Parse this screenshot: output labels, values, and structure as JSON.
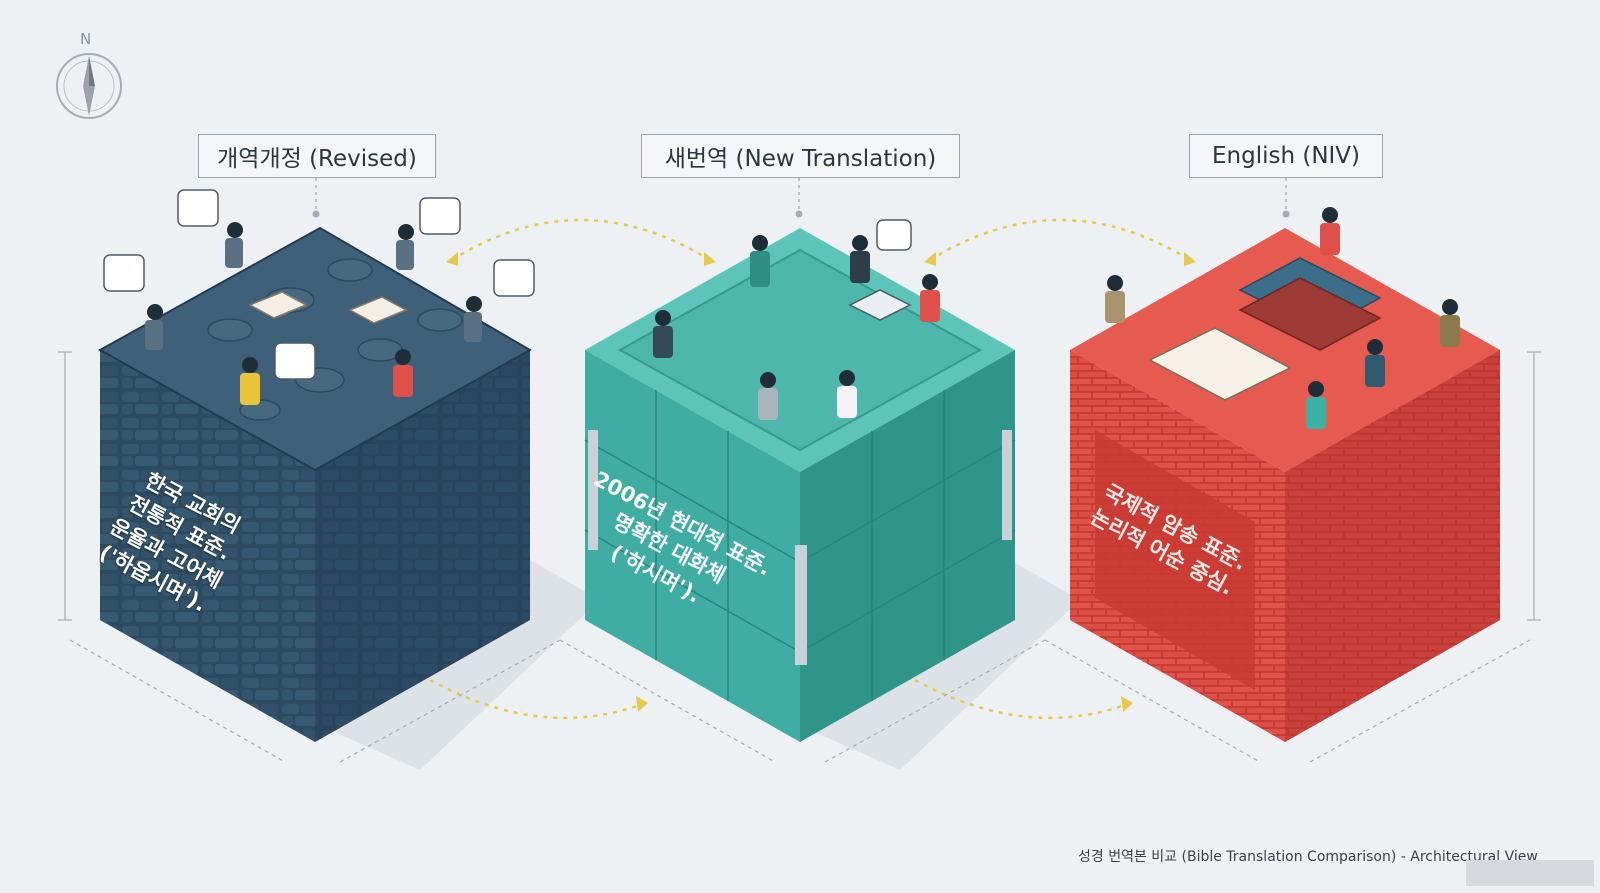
{
  "compass": {
    "letter": "N",
    "icon": "compass-icon"
  },
  "blocks": [
    {
      "label": "개역개정 (Revised)",
      "face_lines": [
        "한국 교회의",
        "전통적 표준.",
        "운율과 고어체",
        "('하옵시며')."
      ],
      "color": "#2f4f66",
      "texture": "stone"
    },
    {
      "label": "새번역 (New Translation)",
      "face_lines": [
        "2006년 현대적 표준.",
        "명확한 대화체",
        "('하시며')."
      ],
      "color": "#3fada3",
      "texture": "glass-panels"
    },
    {
      "label": "English (NIV)",
      "face_lines": [
        "국제적 암송 표준.",
        "논리적 어순 중심."
      ],
      "color": "#e2534b",
      "texture": "brick"
    }
  ],
  "colors": {
    "background": "#eef1f4",
    "arrow": "#e8c84a",
    "dimension_line": "#9aa4ad"
  },
  "footer": "성경 번역본 비교 (Bible Translation Comparison) - Architectural View"
}
